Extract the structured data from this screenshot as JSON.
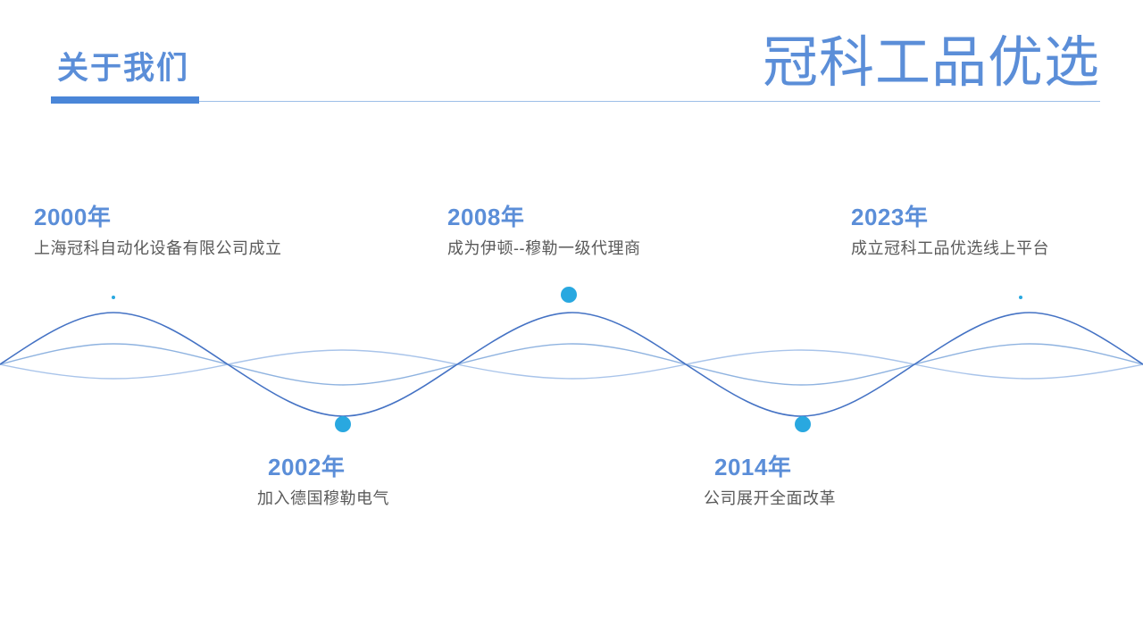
{
  "header": {
    "section_title": "关于我们",
    "brand_title": "冠科工品优选",
    "accent_color": "#4a86d8",
    "title_color": "#5b8ed8",
    "rule_color": "#9dbfe8"
  },
  "timeline": {
    "node_color": "#29a8e0",
    "wave_colors": {
      "primary": "#4472c4",
      "secondary": "#8fb3e0",
      "tertiary": "#a9c4ea"
    },
    "milestones": [
      {
        "year": "2000年",
        "desc": "上海冠科自动化设备有限公司成立",
        "position": "top"
      },
      {
        "year": "2002年",
        "desc": "加入德国穆勒电气",
        "position": "bottom"
      },
      {
        "year": "2008年",
        "desc": "成为伊顿--穆勒一级代理商",
        "position": "top"
      },
      {
        "year": "2014年",
        "desc": "公司展开全面改革",
        "position": "bottom"
      },
      {
        "year": "2023年",
        "desc": "成立冠科工品优选线上平台",
        "position": "top"
      }
    ]
  }
}
